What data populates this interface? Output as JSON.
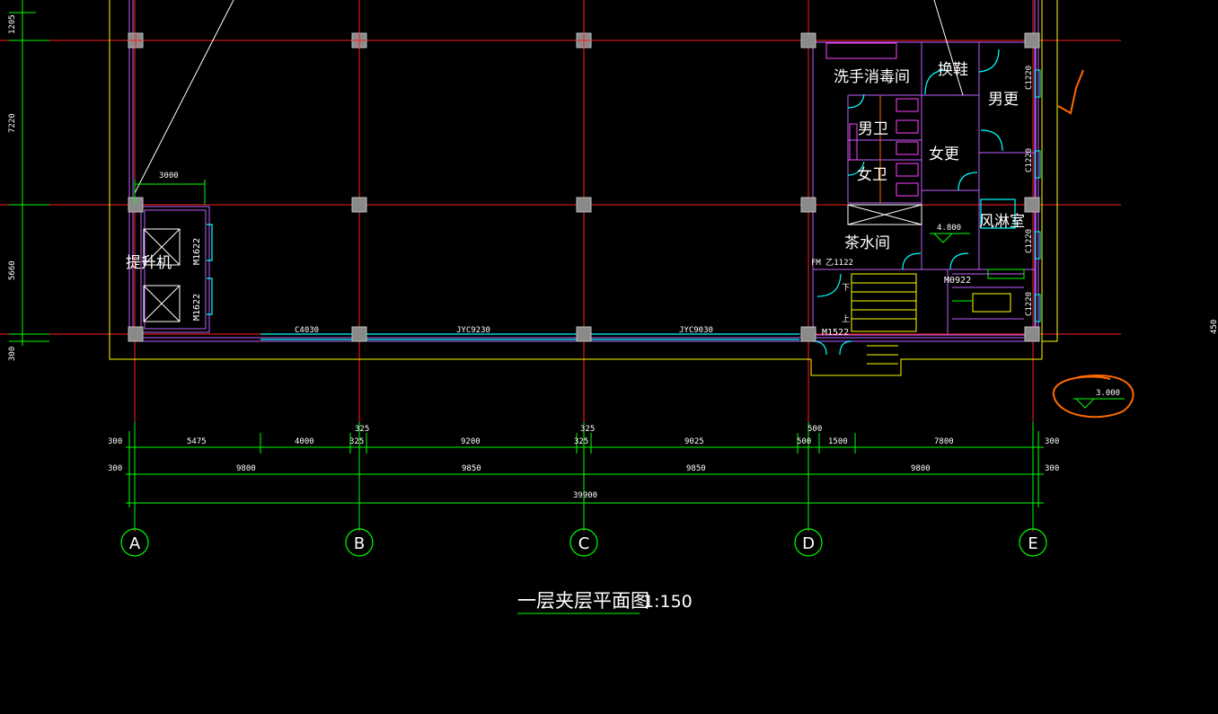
{
  "drawing": {
    "title": "一层夹层平面图",
    "scale": "1:150",
    "colors": {
      "background": "#000000",
      "grid": "#ff2020",
      "outer_wall": "#ffff00",
      "wall": "#c060ff",
      "dimension": "#00ff00",
      "door": "#00ffff",
      "text": "#ffffff",
      "annotation": "#ff6a00"
    }
  },
  "axes": [
    "A",
    "B",
    "C",
    "D",
    "E"
  ],
  "rooms": {
    "hand_wash": "洗手消毒间",
    "shoe_change": "换鞋",
    "male_change": "男更",
    "male_wc": "男卫",
    "female_change": "女更",
    "female_wc": "女卫",
    "tea_room": "茶水间",
    "air_shower": "风淋室",
    "lift": "提升机"
  },
  "door_tags": {
    "m1622_a": "M1622",
    "m1622_b": "M1622",
    "fm": "FM 乙1122",
    "m0922": "M0922",
    "m1522": "M1522",
    "c4030": "C4030",
    "jyc9230": "JYC9230",
    "jyc9030": "JYC9030",
    "c1220_a": "C1220",
    "c1220_b": "C1220",
    "c1220_c": "C1220",
    "c1220_d": "C1220"
  },
  "stair_marks": {
    "down": "下",
    "up": "上"
  },
  "elevations": {
    "interior": "4.800",
    "annotated": "3.000"
  },
  "left_dims": [
    "1205",
    "7220",
    "5660",
    "300"
  ],
  "lift_width": "3000",
  "top_small_dims": {
    "b": "325",
    "c": "325",
    "d": "500"
  },
  "dims_row1": [
    "300",
    "5475",
    "4000",
    "325",
    "9200",
    "325",
    "9025",
    "500",
    "1500",
    "7800",
    "300"
  ],
  "dims_row2": [
    "300",
    "9800",
    "9850",
    "9850",
    "9800",
    "300"
  ],
  "dims_total": "39900",
  "right_edge_dim": "450"
}
